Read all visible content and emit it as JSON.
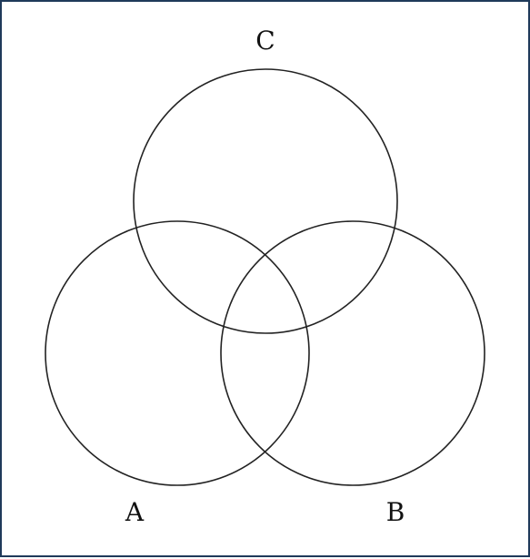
{
  "diagram": {
    "type": "venn",
    "sets": [
      {
        "id": "a",
        "label": "A"
      },
      {
        "id": "b",
        "label": "B"
      },
      {
        "id": "c",
        "label": "C"
      }
    ]
  },
  "colors": {
    "frame_border": "#1f3a5a",
    "stroke": "#222222",
    "background": "#ffffff"
  }
}
